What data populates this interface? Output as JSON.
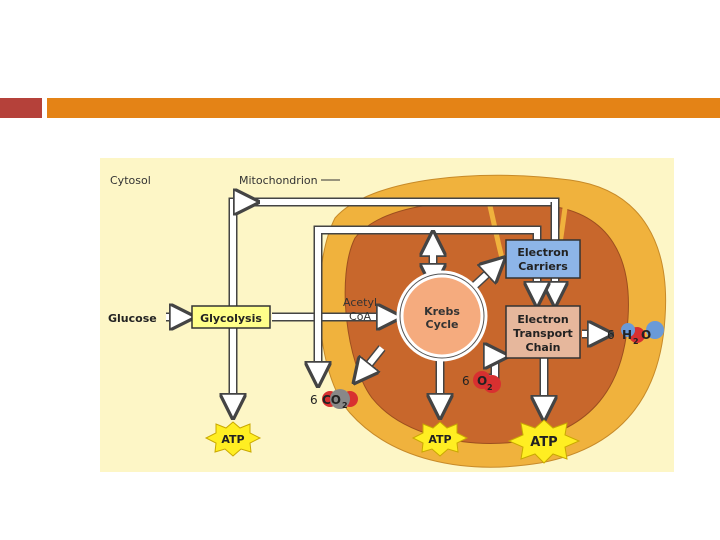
{
  "slide": {
    "colors": {
      "bar_left": "#b5413a",
      "bar_right": "#e48316"
    }
  },
  "diagram": {
    "colors": {
      "background": "#fdf6c6",
      "mitochondrion_outer": "#f0b23d",
      "mitochondrion_inner": "#c8672c",
      "krebs": "#f5ab7e",
      "electron_carriers": "#8db5e8",
      "electron_transport": "#e6b79c",
      "glycolysis": "#ffff8a",
      "atp": "#ffee22",
      "co2": "#888888",
      "o2": "#d83030",
      "h2o_blue": "#6a9ad8",
      "h2o_red": "#d83030"
    },
    "labels": {
      "cytosol": "Cytosol",
      "mitochondrion": "Mitochondrion",
      "glucose": "Glucose",
      "glycolysis": "Glycolysis",
      "acetyl_1": "Acetyl",
      "acetyl_2": "CoA",
      "krebs_1": "Krebs",
      "krebs_2": "Cycle",
      "carriers_1": "Electron",
      "carriers_2": "Carriers",
      "etc_1": "Electron",
      "etc_2": "Transport",
      "etc_3": "Chain",
      "atp_1": "ATP",
      "atp_2": "ATP",
      "atp_3": "ATP",
      "co2_coef": "6",
      "co2_text": "CO",
      "co2_sub": "2",
      "o2_coef": "6",
      "o2_text": "O",
      "o2_sub": "2",
      "h2o_coef": "6",
      "h2o_h": "H",
      "h2o_sub": "2",
      "h2o_o": "O"
    }
  }
}
